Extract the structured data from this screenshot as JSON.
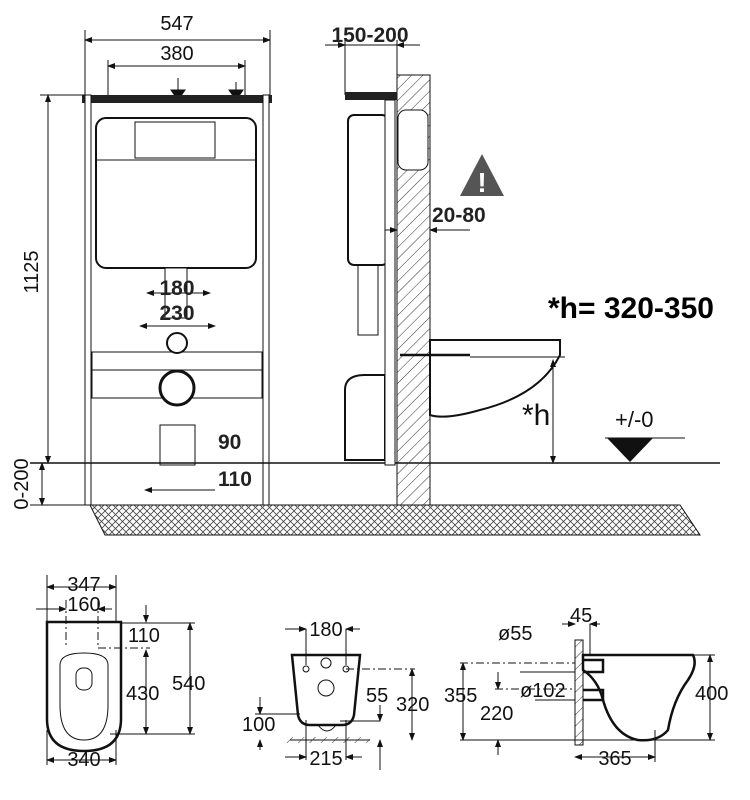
{
  "installation": {
    "width_total": "547",
    "width_inner": "380",
    "wall_gap": "150-200",
    "height_frame": "1125",
    "drain_a": "180",
    "drain_b": "230",
    "wall_offset": "20-80",
    "seat_height_note": "*h= 320-350",
    "seat_height_marker": "*h",
    "floor_level": "+/-0",
    "pipe_height": "90",
    "pipe_offset": "110",
    "leg_adjust": "0-200"
  },
  "bowl_top_view": {
    "width_top": "347",
    "hole_spacing": "160",
    "hole_offset": "110",
    "hole_to_front": "430",
    "length": "540",
    "width_bottom": "340"
  },
  "bowl_rear_view": {
    "bolt_spacing": "180",
    "outlet_offset": "55",
    "bolt_height": "320",
    "bottom_height": "100",
    "outlet_width": "215"
  },
  "bowl_side_view": {
    "wall_depth": "45",
    "inlet_diameter": "ø55",
    "outlet_diameter": "ø102",
    "inlet_height": "355",
    "outlet_height": "220",
    "bowl_height": "400",
    "projection": "365"
  }
}
